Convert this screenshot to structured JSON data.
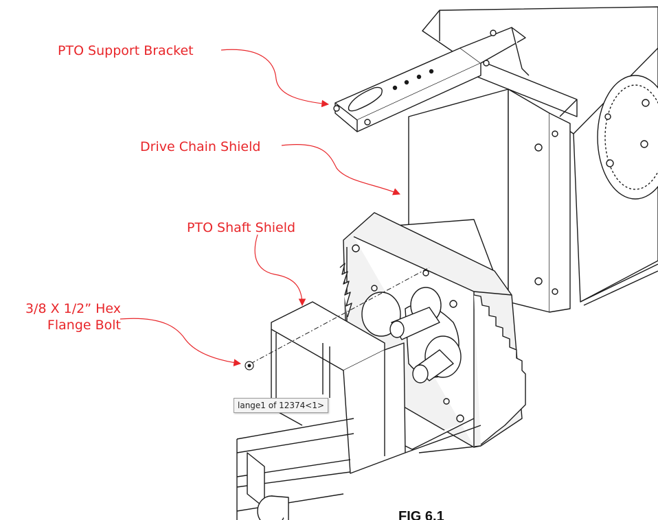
{
  "labels": {
    "pto_support_bracket": "PTO Support Bracket",
    "drive_chain_shield": "Drive Chain Shield",
    "pto_shaft_shield": "PTO Shaft Shield",
    "hex_bolt_line1": "3/8 X 1/2” Hex",
    "hex_bolt_line2": "Flange Bolt"
  },
  "tooltip": "lange1 of 12374<1>",
  "figure_caption": "FIG 6.1",
  "colors": {
    "callout": "#e8262a",
    "line_art": "#1a1a1a"
  }
}
